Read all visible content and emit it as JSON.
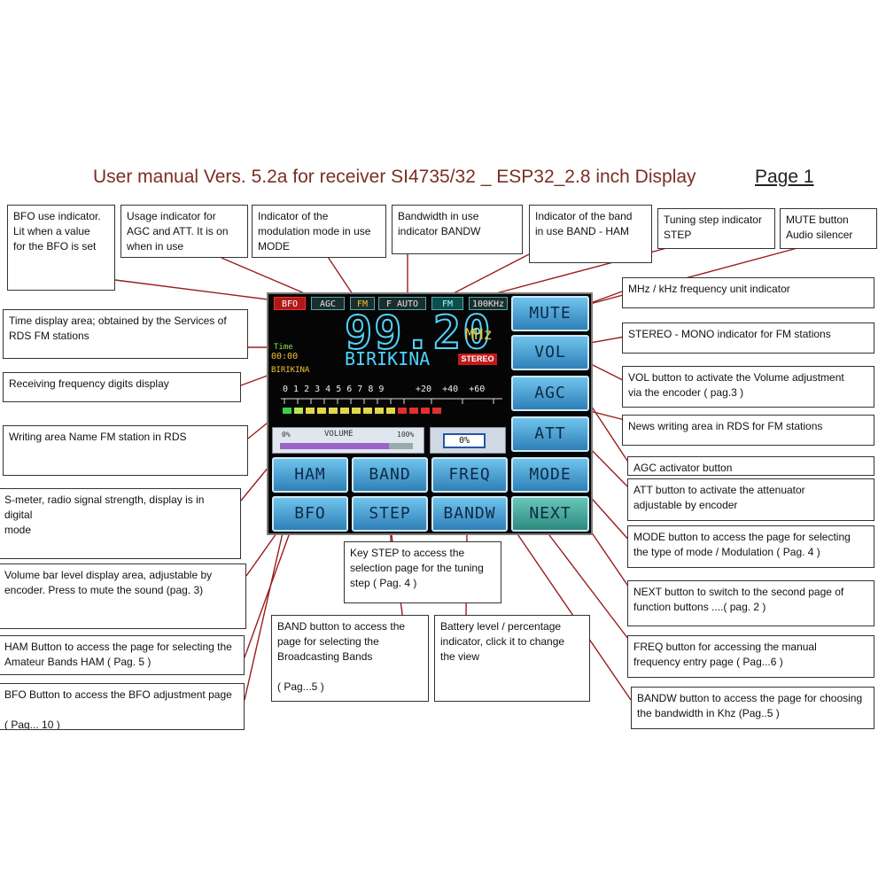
{
  "title": "User manual Vers. 5.2a for receiver SI4735/32 _ ESP32_2.8 inch Display",
  "page_label": "Page 1",
  "display": {
    "top_indicators": [
      "BFO",
      "AGC",
      "FM",
      "F AUTO",
      "FM",
      "100KHz"
    ],
    "time_label": "Time",
    "time_value": "00:00",
    "rds_name": "BIRIKINA",
    "frequency": "99.20",
    "unit": "MHz",
    "station": "BIRIKINA",
    "stereo": "STEREO",
    "smeter_scale": "0 1 2 3 4 5 6 7 8 9",
    "smeter_scale_plus": "+20  +40  +60",
    "volume_min": "0%",
    "volume_label": "VOLUME",
    "volume_value": "100%",
    "volume_fraction": 0.82,
    "battery": "0%",
    "buttons_left": [
      "HAM",
      "BAND",
      "FREQ",
      "BFO",
      "STEP",
      "BANDW"
    ],
    "buttons_right": [
      "MUTE",
      "VOL",
      "AGC",
      "ATT",
      "MODE",
      "NEXT"
    ]
  },
  "annotations": {
    "bfo": "BFO use indicator.\nLit when a value\nfor the BFO is set",
    "agc": "Usage indicator for\nAGC and ATT. It is on\nwhen in use",
    "mode": "Indicator of the\nmodulation mode in use\nMODE",
    "bandw": "Bandwidth in use\nindicator BANDW",
    "band": "Indicator of the band\nin use BAND - HAM",
    "step": "Tuning step indicator\nSTEP",
    "mute": "MUTE button\nAudio silencer",
    "mhz": "MHz / kHz frequency unit indicator",
    "time": "Time display area;  obtained by the Services of\nRDS FM stations",
    "stereo": "STEREO - MONO indicator for FM stations",
    "freq_digits": "Receiving frequency digits display",
    "vol": "VOL button to activate the Volume adjustment\nvia the encoder ( pag.3 )",
    "news": "News writing area in RDS for FM stations",
    "name": "Writing area Name FM station in RDS",
    "agc_btn": "AGC activator button",
    "smeter": "S-meter, radio signal strength, display is in digital\nmode",
    "att": "ATT button to activate the  attenuator\nadjustable by encoder",
    "volume_bar": "Volume bar level display area, adjustable by\nencoder. Press to mute the sound  (pag. 3)",
    "step_key": "Key STEP to access the\nselection page for the tuning\nstep ( Pag. 4 )",
    "mode_btn": "MODE button to access the page for selecting\nthe type of mode / Modulation  ( Pag. 4 )",
    "next": "NEXT button to switch to the second page of\nfunction buttons ....( pag. 2 )",
    "band_btn": "BAND button to access the\npage for selecting the\nBroadcasting Bands\n\n ( Pag...5 )",
    "battery": "Battery level / percentage\nindicator, click it to change\nthe view",
    "ham": "HAM Button to access the page for selecting the\nAmateur Bands HAM   ( Pag. 5 )",
    "freq_btn": "FREQ button for accessing the manual\nfrequency entry page   ( Pag...6 )",
    "bfo_btn": "BFO Button to access the BFO adjustment page\n\n  ( Pag... 10 )",
    "bandw_btn": "BANDW button to access the page for choosing\nthe bandwidth in Khz (Pag..5 )"
  },
  "colors": {
    "line": "#9b1d1d",
    "lcd_cyan": "#4fd4ff",
    "lcd_yellow": "#f2c531",
    "button_blue": "#4aa3d6"
  }
}
